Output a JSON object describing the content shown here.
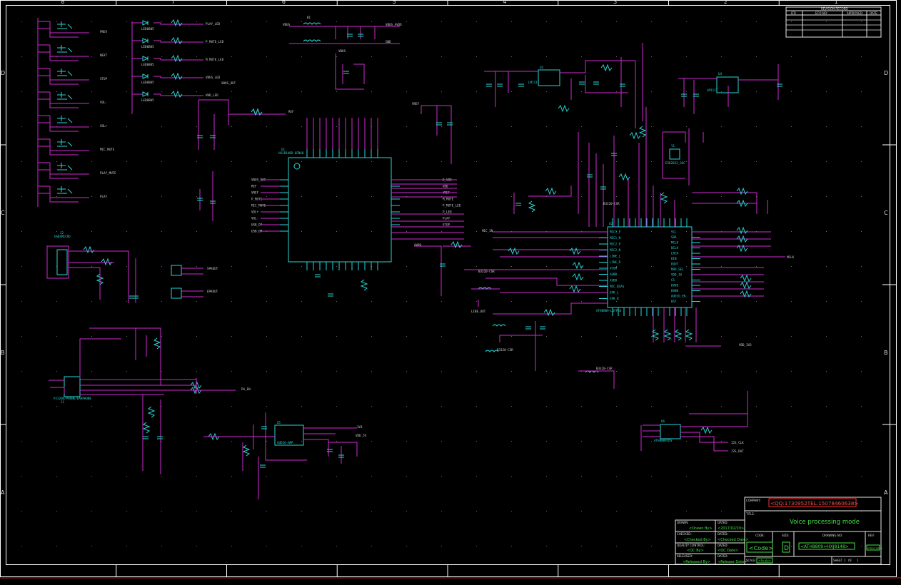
{
  "title_block": {
    "company_label": "COMPANY:",
    "company_value": "<QQ:1730952TEL:15078460638>",
    "title_label": "TITLE:",
    "title_value": "Voice processing mode",
    "drawn_label": "DRAWN:",
    "drawn_value": "<Drawn By>",
    "checked_label": "CHECKED:",
    "checked_value": "<Checked By>",
    "quality_label": "QUALITY CONTROL:",
    "quality_value": "<QC By>",
    "released_label": "RELEASED:",
    "released_value": "<Released By>",
    "dated_label": "DATED:",
    "dated_values": [
      "<2017/02/20>",
      "<Checked Date>",
      "<QC Date>",
      "<Release Date>"
    ],
    "code_label": "CODE:",
    "code_value": "<Code>",
    "size_label": "SIZE:",
    "size_value": "D",
    "drawing_no_label": "DRAWING NO:",
    "drawing_no_value": "<ATH8809+HXJ8148>",
    "rev_label": "REV:",
    "rev_value": "<RevCode>",
    "scale_label": "SCALE:",
    "scale_value": "<Scale>",
    "sheet_label": "SHEET",
    "sheet_number": "1",
    "of_label": "OF",
    "sheet_total": "1"
  },
  "revision_record": {
    "title": "REVISION RECORD",
    "headers": [
      "LTR",
      "ECO NO:",
      "APPROVED:",
      "DATE:"
    ]
  },
  "zones": {
    "columns": [
      "8",
      "7",
      "6",
      "5",
      "4",
      "3",
      "2",
      "1"
    ],
    "rows": [
      "D",
      "C",
      "B",
      "A"
    ]
  },
  "components": {
    "u_main_left": {
      "ref": "U1",
      "part": "HXJ8148D-QFN48"
    },
    "u_main_right": {
      "ref": "U2",
      "part": "ATH8809-LQFP64"
    },
    "u_dsp_bottom": {
      "ref": "U5",
      "part": "AUDIO-AMP"
    },
    "u_bt": {
      "ref": "U6",
      "part": "ATH8809IDS"
    },
    "u_reg_1": {
      "ref": "U3",
      "part": "LM1117"
    },
    "u_reg_2": {
      "ref": "U4",
      "part": "LM1117"
    },
    "crystal": {
      "ref": "Y1",
      "part": "ESR2032_OSC"
    },
    "usb_conn": {
      "ref": "J2",
      "part": "USBSMICRO"
    },
    "phone_conn": {
      "ref": "J1",
      "part": "PJ320D/PHONE/EARPHONE"
    },
    "ferrite_part": "B3320-CSR"
  },
  "nets": {
    "buttons": [
      "PREV",
      "NEXT",
      "STOP",
      "VOL-",
      "VOL+",
      "MIC_MUTE",
      "PLAY_MUTE",
      "PLAY"
    ],
    "leds": [
      "PLAY_LED",
      "P_MUTE_LED",
      "M_MUTE_LED",
      "VBUS_LED",
      "VHD_LED"
    ],
    "leds_part": "LED0805",
    "power": [
      "VBUS",
      "GND",
      "3V3",
      "VBUS_AVDD",
      "VDD_3V3",
      "VDD_5V",
      "VREF",
      "AVDD"
    ],
    "u1_left_pins": [
      "VBUS_OUT",
      "REF",
      "VREF",
      "P_MUTE",
      "MIC_MUTE",
      "VOL+",
      "VOL-",
      "USB_DP",
      "USB_DM"
    ],
    "u1_right_pins": [
      "D_VDD",
      "VDD",
      "VREF",
      "M_MUTE",
      "P_MUTE_LED",
      "P_LED",
      "PLAY",
      "STOP"
    ],
    "u2_left_pins": [
      "MIC1_P",
      "MIC1_N",
      "MIC2_P",
      "MIC2_N",
      "LINE_L",
      "LINE_R",
      "VCOM",
      "AGND",
      "AVDD",
      "MIC_BIAS",
      "SPK_L",
      "SPK_R"
    ],
    "u2_right_pins": [
      "SCL",
      "SDA",
      "MCLK",
      "BCLK",
      "LRCK",
      "DIN",
      "DOUT",
      "MOD_SEL",
      "VDD_IO",
      "CS",
      "DVDD",
      "DGND",
      "AUDIO_EN",
      "RST"
    ],
    "misc": [
      "MCLK",
      "SPKOUT",
      "EPKOUT",
      "MIC_IN",
      "LINE_OUT",
      "PA_EN",
      "I2S_CLK",
      "I2S_DAT"
    ]
  }
}
